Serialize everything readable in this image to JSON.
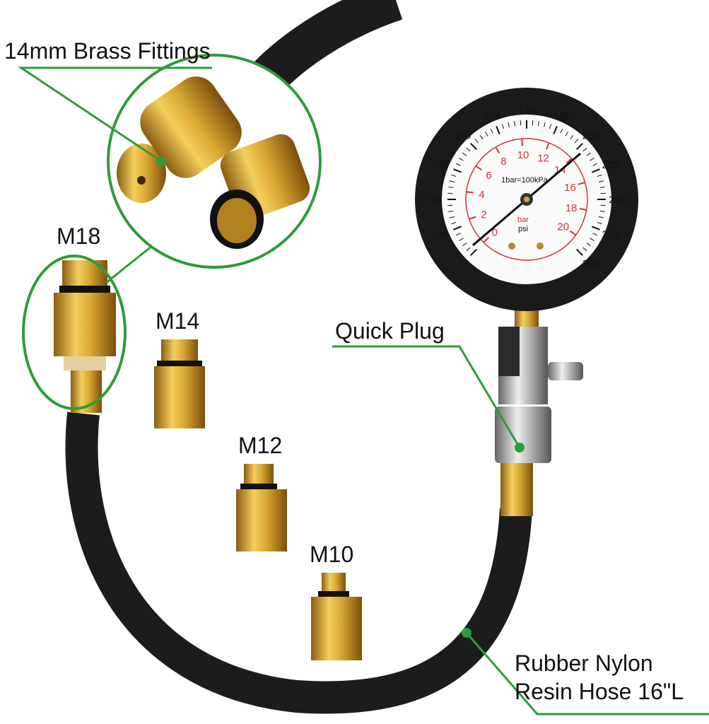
{
  "callouts": {
    "brass_fittings": "14mm Brass Fittings",
    "m18": "M18",
    "m14": "M14",
    "m12": "M12",
    "m10": "M10",
    "quick_plug": "Quick Plug",
    "hose_line1": "Rubber Nylon",
    "hose_line2": "Resin Hose 16\"L"
  },
  "gauge": {
    "psi_ticks": [
      "25",
      "50",
      "75",
      "100",
      "125",
      "150",
      "175",
      "200",
      "225",
      "250",
      "275",
      "300"
    ],
    "bar_ticks": [
      "0",
      "2",
      "4",
      "6",
      "8",
      "10",
      "12",
      "14",
      "16",
      "18",
      "20"
    ],
    "conversion_note": "1bar=100kPa",
    "unit_bar": "bar",
    "unit_psi": "psi",
    "needle_psi": 205
  },
  "colors": {
    "callout_green": "#2e9c3a",
    "brass": "#d9a632",
    "hose": "#1c1c1c",
    "bar_scale_red": "#d0343a"
  }
}
